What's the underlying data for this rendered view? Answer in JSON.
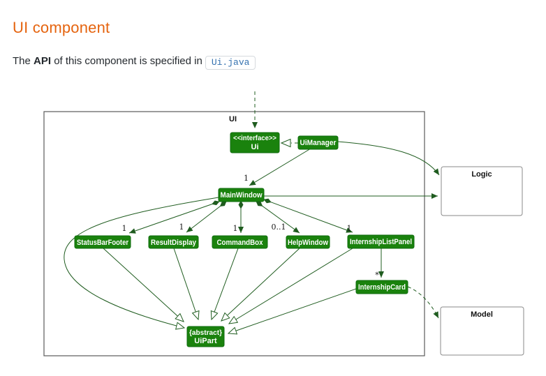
{
  "page": {
    "title": "UI component",
    "paragraph": {
      "prefix": "The ",
      "bold": "API",
      "suffix": " of this component is specified in",
      "code_link": "Ui.java"
    }
  },
  "diagram": {
    "package_label": "UI",
    "classes": {
      "ui_interface": {
        "stereotype": "<<interface>>",
        "name": "Ui"
      },
      "ui_manager": "UiManager",
      "main_window": "MainWindow",
      "status_bar_footer": "StatusBarFooter",
      "result_display": "ResultDisplay",
      "command_box": "CommandBox",
      "help_window": "HelpWindow",
      "internship_list_panel": "InternshipListPanel",
      "internship_card": "InternshipCard",
      "ui_part": {
        "stereotype": "{abstract}",
        "name": "UiPart"
      }
    },
    "external_components": {
      "logic": "Logic",
      "model": "Model"
    },
    "multiplicities": {
      "main_window": "1",
      "status_bar_footer": "1",
      "result_display": "1",
      "command_box": "1",
      "help_window": "0..1",
      "internship_list_panel": "1",
      "internship_card": "*"
    },
    "colors": {
      "class_fill": "#1a820d",
      "class_text": "#ffffff",
      "relation_line": "#1f5c1f",
      "heading_accent": "#e5640f",
      "code_link_text": "#3572b0"
    }
  }
}
